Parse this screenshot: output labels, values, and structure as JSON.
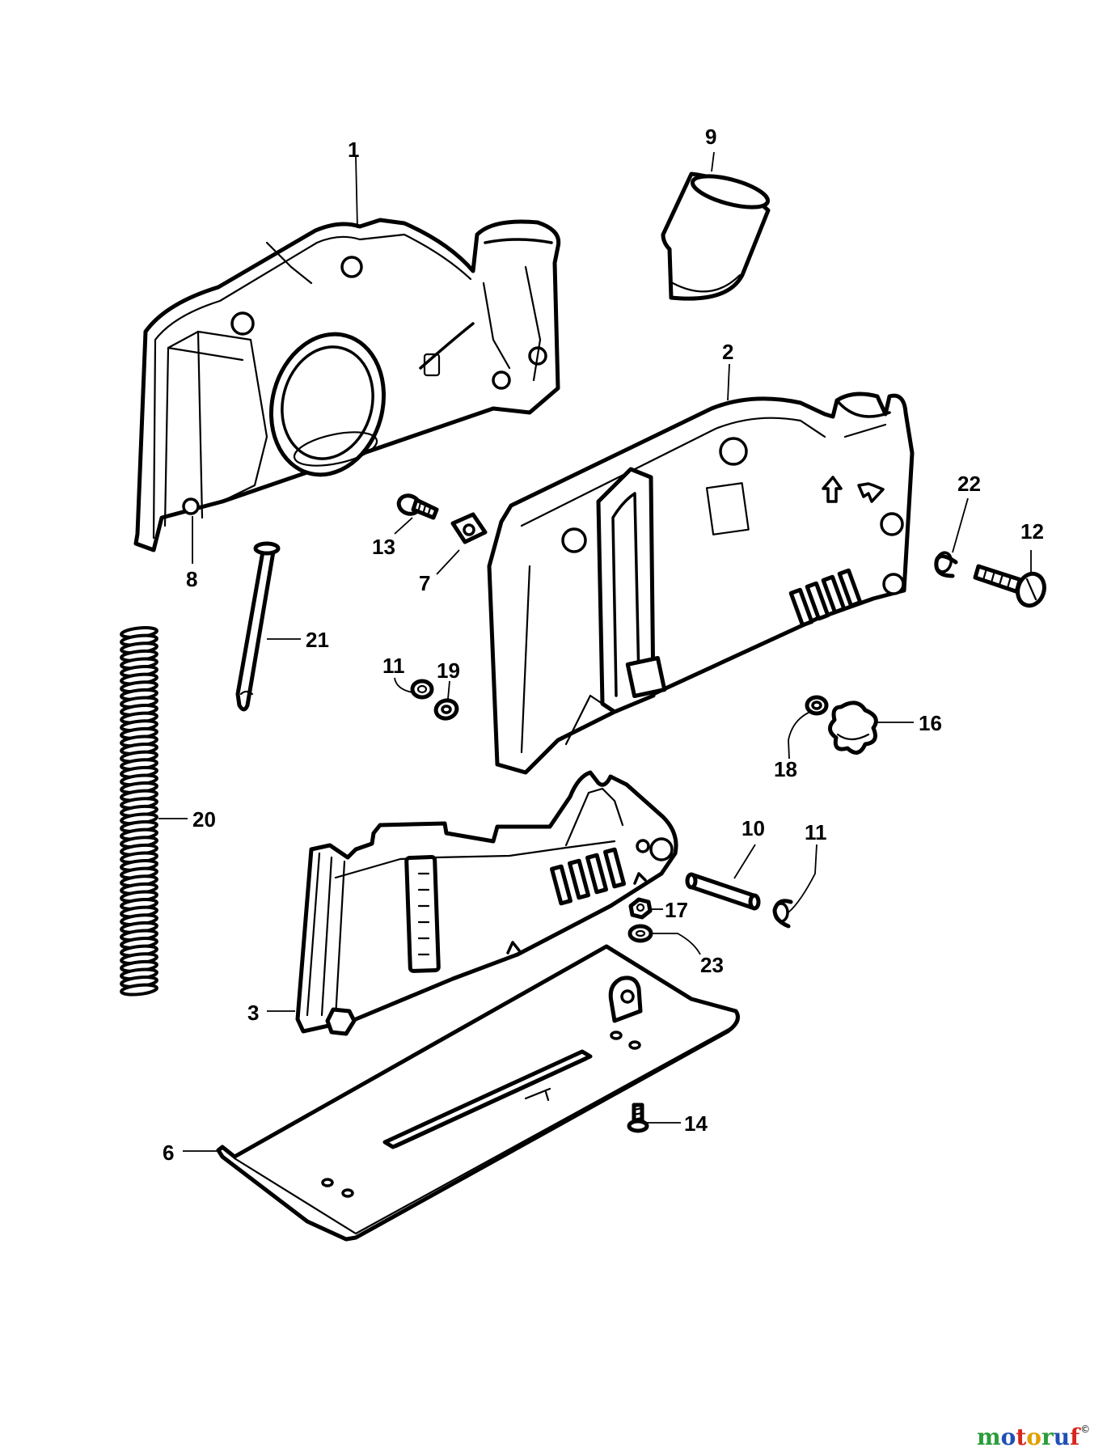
{
  "diagram": {
    "labels": {
      "p1": "1",
      "p2": "2",
      "p3": "3",
      "p6": "6",
      "p7": "7",
      "p8": "8",
      "p9": "9",
      "p10": "10",
      "p11a": "11",
      "p11b": "11",
      "p12": "12",
      "p13": "13",
      "p14": "14",
      "p16": "16",
      "p17": "17",
      "p18": "18",
      "p19": "19",
      "p20": "20",
      "p21": "21",
      "p22": "22",
      "p23": "23"
    }
  },
  "watermark": {
    "letters": [
      "m",
      "o",
      "t",
      "o",
      "r",
      "u",
      "f"
    ],
    "colors": [
      "#2a9d3a",
      "#1f4fb5",
      "#d8261c",
      "#e0a000",
      "#2a9d3a",
      "#1f4fb5",
      "#d8261c"
    ],
    "copyright": "©"
  }
}
